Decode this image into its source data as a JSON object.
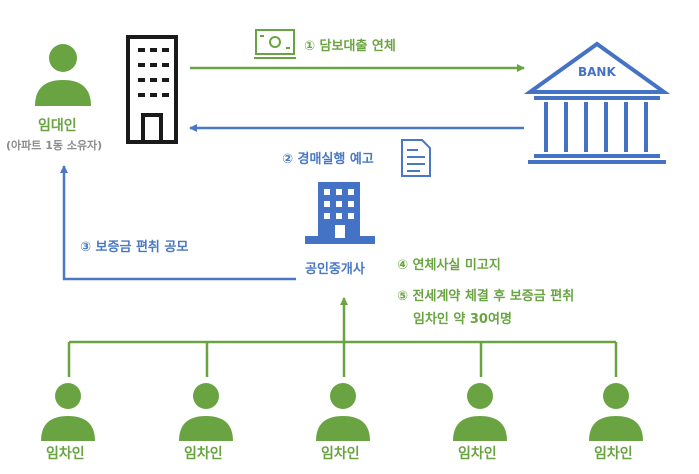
{
  "colors": {
    "green": "#6aa442",
    "blue": "#4472c4",
    "black": "#1a1a1a"
  },
  "landlord": {
    "name": "임대인",
    "note": "(아파트 1동 소유자)",
    "icon": "person-icon"
  },
  "building_icon": "apartment-building-icon",
  "bank": {
    "label": "BANK",
    "icon": "bank-icon"
  },
  "broker": {
    "name": "공인중개사",
    "icon": "office-building-icon"
  },
  "steps": {
    "s1": "① 담보대출 연체",
    "s2": "② 경매실행 예고",
    "s3": "③ 보증금 편취 공모",
    "s4": "④ 연체사실 미고지",
    "s5": "⑤ 전세계약 체결 후 보증금 편취",
    "s5b": "임차인 약 30여명"
  },
  "step_icons": {
    "s1": "money-icon",
    "s2": "document-icon"
  },
  "tenants": [
    "임차인",
    "임차인",
    "임차인",
    "임차인",
    "임차인"
  ]
}
